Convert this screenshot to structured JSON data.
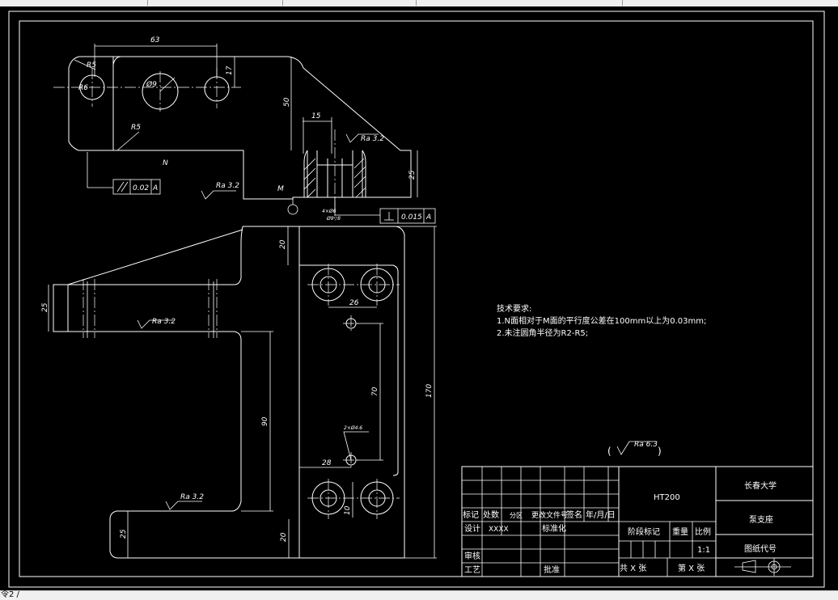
{
  "statusbar": {
    "text": "令2 /"
  },
  "dims": {
    "d63": "63",
    "r5a": "R5",
    "r6": "R6",
    "phi9": "Ø9",
    "d17": "17",
    "d50": "50",
    "r5b": "R5",
    "d15": "15",
    "ra1": "Ra 3.2",
    "ra2": "Ra 3.2",
    "d25a": "25",
    "n": "N",
    "m": "M",
    "tol1": "0.02",
    "datA1": "A",
    "tol2": "0.015",
    "datA2": "A",
    "hole": "4×Ø6",
    "holedepth": "Ø9▽8",
    "d20a": "20",
    "d26": "26",
    "d25b": "25",
    "ra3": "Ra 3.2",
    "d70": "70",
    "d170": "170",
    "d90": "90",
    "phi46": "2×Ø4.6",
    "d28": "28",
    "ra4": "Ra 3.2",
    "d10": "10",
    "d25c": "25",
    "d20b": "20",
    "ra_overall": "Ra 6.3"
  },
  "notes": {
    "title": "技术要求:",
    "line1": "1.N面相对于M面的平行度公差在100mm以上为0.03mm;",
    "line2": "2.未注圆角半径为R2-R5;"
  },
  "titleblock": {
    "material": "HT200",
    "university": "长春大学",
    "part_name": "泵支座",
    "drawing_no": "图纸代号",
    "h_mark": "标记",
    "h_count": "处数",
    "h_zone": "分区",
    "h_docno": "更改文件号",
    "h_sign": "签名",
    "h_date": "年/月/日",
    "design": "设计",
    "designer": "XXXX",
    "standard": "标准化",
    "stage": "阶段标记",
    "weight": "重量",
    "scale_label": "比例",
    "scale": "1:1",
    "review": "审核",
    "process": "工艺",
    "approve": "批准",
    "sheets_total": "共 X 张",
    "sheet_no": "第 X 张"
  }
}
